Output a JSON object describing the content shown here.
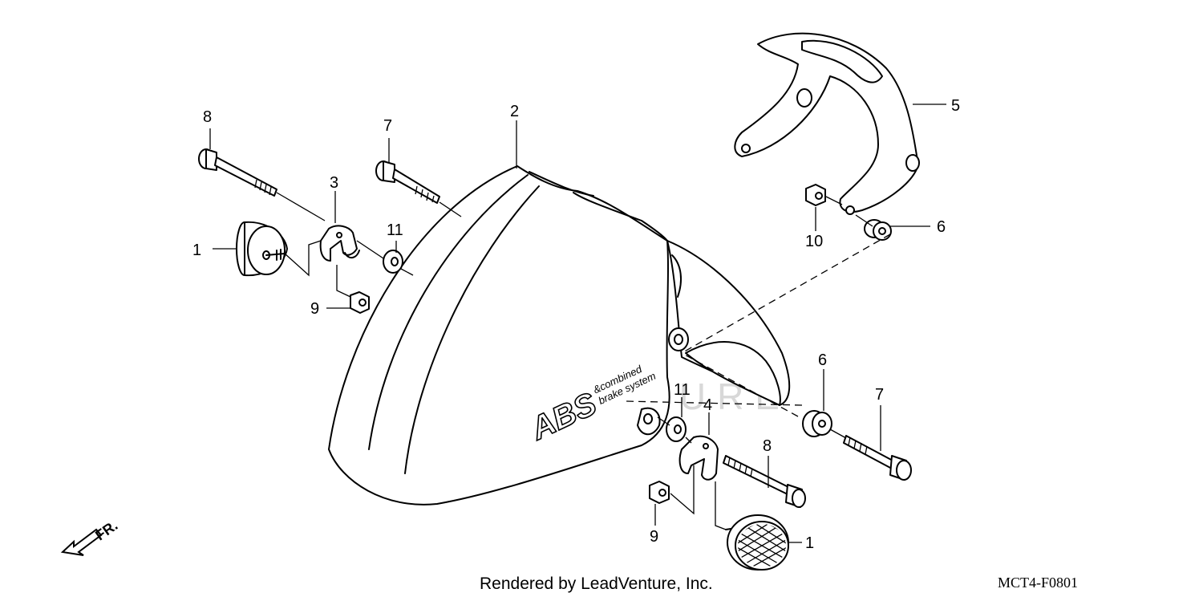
{
  "callouts": [
    {
      "id": "1a",
      "label": "1"
    },
    {
      "id": "1b",
      "label": "1"
    },
    {
      "id": "2",
      "label": "2"
    },
    {
      "id": "3",
      "label": "3"
    },
    {
      "id": "4",
      "label": "4"
    },
    {
      "id": "5",
      "label": "5"
    },
    {
      "id": "6a",
      "label": "6"
    },
    {
      "id": "6b",
      "label": "6"
    },
    {
      "id": "7a",
      "label": "7"
    },
    {
      "id": "7b",
      "label": "7"
    },
    {
      "id": "8a",
      "label": "8"
    },
    {
      "id": "8b",
      "label": "8"
    },
    {
      "id": "9a",
      "label": "9"
    },
    {
      "id": "9b",
      "label": "9"
    },
    {
      "id": "10",
      "label": "10"
    },
    {
      "id": "11a",
      "label": "11"
    },
    {
      "id": "11b",
      "label": "11"
    }
  ],
  "decal": {
    "brand": "ABS",
    "line1": "&combined",
    "line2": "brake system"
  },
  "direction": {
    "label": "FR."
  },
  "watermark": {
    "text": "LEADVENTURE"
  },
  "footer": {
    "credit": "Rendered by LeadVenture, Inc.",
    "code": "MCT4-F0801"
  }
}
